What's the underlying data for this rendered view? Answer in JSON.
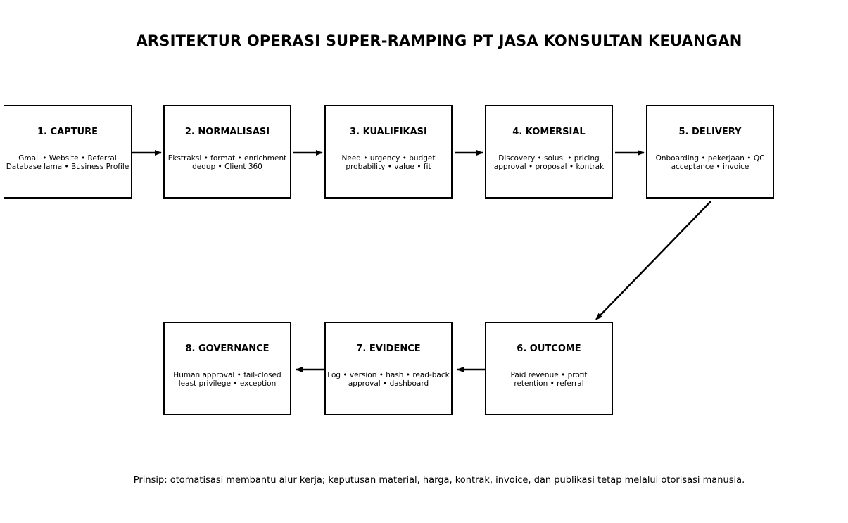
{
  "title": "ARSITEKTUR OPERASI SUPER-RAMPING PT JASA KONSULTAN KEUANGAN",
  "stages": [
    {
      "title": "1. CAPTURE",
      "line1": "Gmail • Website • Referral",
      "line2": "Database lama • Business Profile"
    },
    {
      "title": "2. NORMALISASI",
      "line1": "Ekstraksi • format • enrichment",
      "line2": "dedup • Client 360"
    },
    {
      "title": "3. KUALIFIKASI",
      "line1": "Need • urgency • budget",
      "line2": "probability • value • fit"
    },
    {
      "title": "4. KOMERSIAL",
      "line1": "Discovery • solusi • pricing",
      "line2": "approval • proposal • kontrak"
    },
    {
      "title": "5. DELIVERY",
      "line1": "Onboarding • pekerjaan • QC",
      "line2": "acceptance • invoice"
    },
    {
      "title": "6. OUTCOME",
      "line1": "Paid revenue • profit",
      "line2": "retention • referral"
    },
    {
      "title": "7. EVIDENCE",
      "line1": "Log • version • hash • read-back",
      "line2": "approval • dashboard"
    },
    {
      "title": "8. GOVERNANCE",
      "line1": "Human approval • fail-closed",
      "line2": "least privilege • exception"
    }
  ],
  "footer": "Prinsip: otomatisasi membantu alur kerja; keputusan material, harga, kontrak, invoice, dan publikasi tetap melalui otorisasi manusia."
}
